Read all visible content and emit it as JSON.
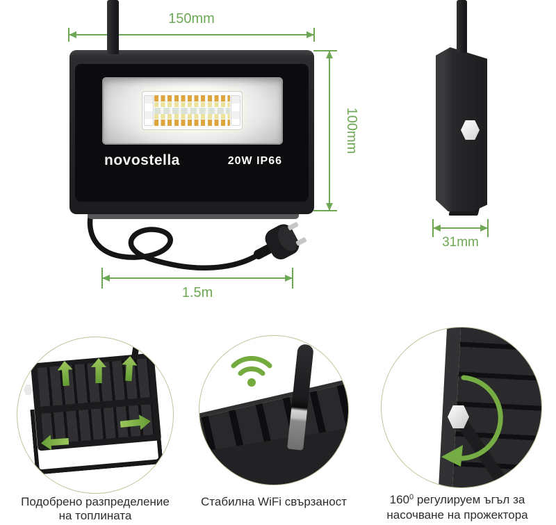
{
  "colors": {
    "dimension_green": "#6fa855",
    "wifi_green": "#74ab3f",
    "arrow_green": "#7cb24a",
    "body_black": "#232325"
  },
  "product": {
    "brand": "novostella",
    "wattage_ip": "20W IP66"
  },
  "dimensions": {
    "width": "150mm",
    "height": "100mm",
    "depth": "31mm",
    "cable_length": "1.5m"
  },
  "features": {
    "heat": {
      "line1": "Подобрено разпределение",
      "line2": "на топлината"
    },
    "wifi": {
      "line1": "Стабилна WiFi свързаност"
    },
    "angle": {
      "value": "160",
      "degree_sup": "0",
      "line1_rest": " регулируем ъгъл за",
      "line2": "насочване на прожектора"
    }
  }
}
